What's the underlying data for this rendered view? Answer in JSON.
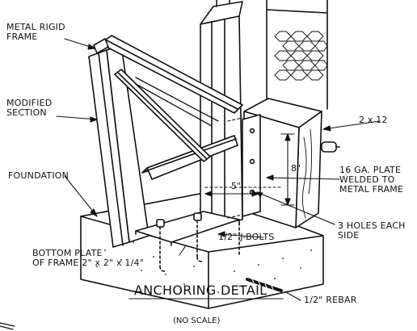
{
  "labels": {
    "metal_rigid_frame": "METAL RIGID\nFRAME",
    "modified_section": "MODIFIED\nSECTION",
    "foundation": "FOUNDATION",
    "two_by_twelve": "2 x 12",
    "plate": "16 GA. PLATE\nWELDED TO\nMETAL FRAME",
    "holes": "3 HOLES EACH\nSIDE",
    "bottom_plate": "BOTTOM PLATE\nOF FRAME 2\" x 2\" x 1/4\"",
    "j_bolts": "1/2\" J-BOLTS",
    "rebar": "1/2\" REBAR"
  },
  "dimensions": {
    "height": "8\"",
    "width": "5\""
  },
  "title": {
    "main": "ANCHORING DETAIL",
    "scale": "(NO SCALE)"
  }
}
